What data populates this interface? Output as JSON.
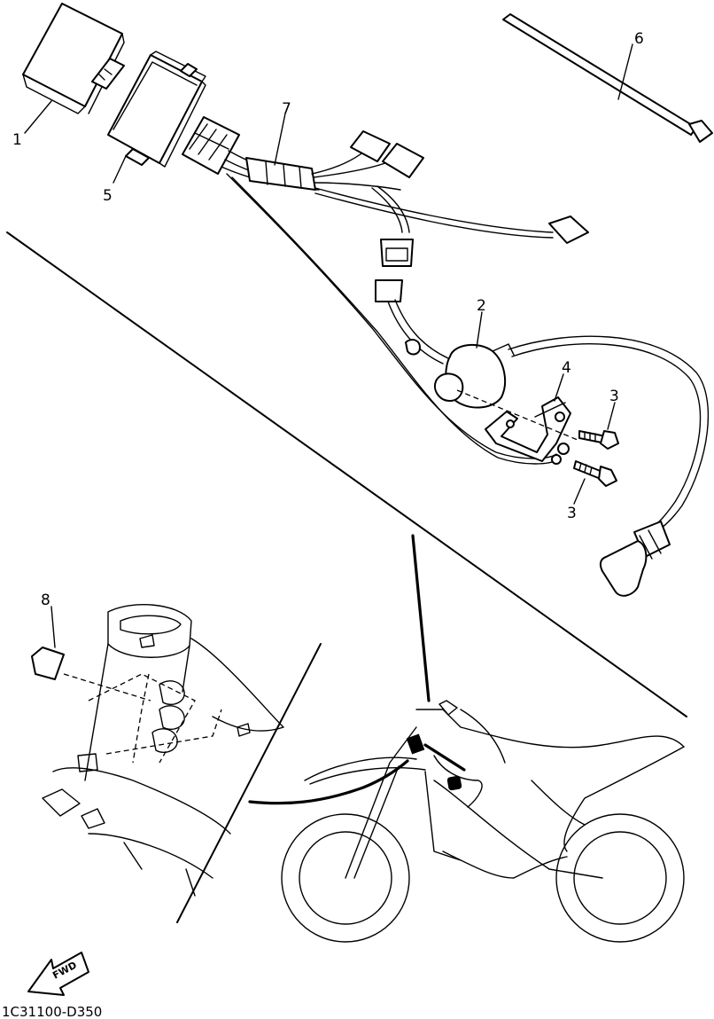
{
  "callouts": [
    {
      "id": "c1",
      "label": "1"
    },
    {
      "id": "c5",
      "label": "5"
    },
    {
      "id": "c7",
      "label": "7"
    },
    {
      "id": "c6",
      "label": "6"
    },
    {
      "id": "c2",
      "label": "2"
    },
    {
      "id": "c4",
      "label": "4"
    },
    {
      "id": "c3a",
      "label": "3"
    },
    {
      "id": "c3b",
      "label": "3"
    },
    {
      "id": "c8",
      "label": "8"
    }
  ],
  "forward_arrow": {
    "label": "FWD"
  },
  "drawing_code": "1C31100-D350"
}
